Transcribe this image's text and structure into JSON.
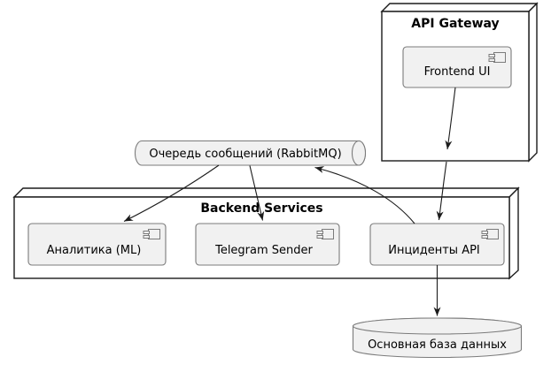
{
  "nodes": [
    {
      "id": "api-gateway",
      "title": "API Gateway",
      "components": [
        {
          "label": "Frontend UI"
        }
      ]
    },
    {
      "id": "backend-services",
      "title": "Backend Services",
      "components": [
        {
          "label": "Аналитика (ML)"
        },
        {
          "label": "Telegram Sender"
        },
        {
          "label": "Инциденты API"
        }
      ]
    }
  ],
  "queue": {
    "label": "Очередь сообщений (RabbitMQ)"
  },
  "database": {
    "label": "Основная база данных"
  },
  "edges": [
    {
      "from": "Frontend UI",
      "to": "Инциденты API"
    },
    {
      "from": "Очередь сообщений (RabbitMQ)",
      "to": "Аналитика (ML)"
    },
    {
      "from": "Очередь сообщений (RabbitMQ)",
      "to": "Telegram Sender"
    },
    {
      "from": "Инциденты API",
      "to": "Очередь сообщений (RabbitMQ)"
    },
    {
      "from": "Инциденты API",
      "to": "Основная база данных"
    }
  ],
  "colors": {
    "node_fill": "#ffffff",
    "node_border": "#1b1b1b",
    "component_fill": "#f1f1f1",
    "component_border": "#7b7b7b",
    "edge_color": "#1b1b1b",
    "text_color": "#000000",
    "background": "#ffffff"
  }
}
